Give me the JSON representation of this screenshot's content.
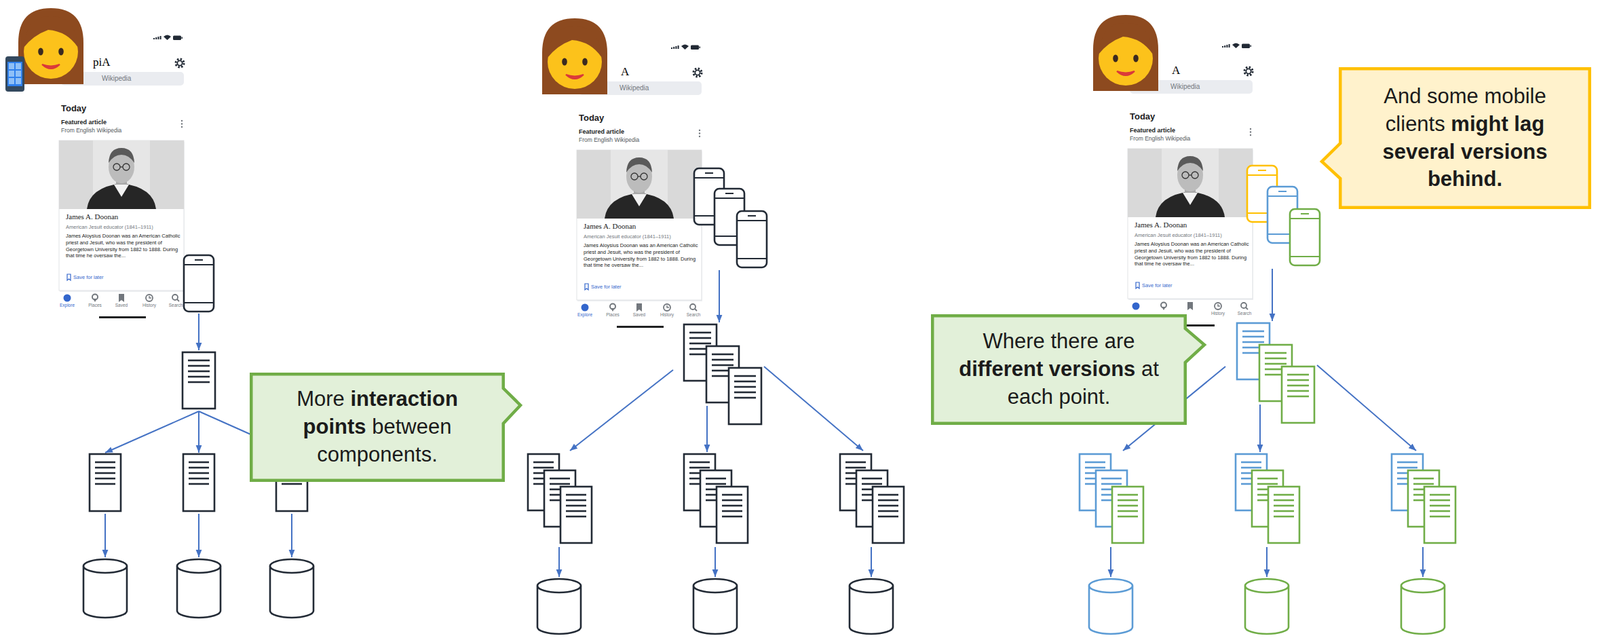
{
  "diagram": {
    "nodes": [
      {
        "text": [
          "More interaction points between components."
        ]
      },
      {
        "text": [
          "Where there are different versions at each point."
        ]
      },
      {
        "text": [
          "And some mobile clients might lag several versions behind."
        ]
      }
    ],
    "labels": [
      "piA",
      "Wikipedia",
      "Today",
      "Featured article",
      "From English Wikipedia",
      "James A. Doonan",
      "American Jesuit educator (1841–1911)",
      "James Aloysius Doonan was an American Catholic priest and Jesuit, who was the president of Georgetown University from 1882 to 1888. During that time he oversaw the...",
      "Save for later",
      "Explore",
      "Places",
      "Saved",
      "History",
      "Search",
      "A",
      "Wikipedia",
      "Today",
      "Featured article",
      "From English Wikipedia",
      "James A. Doonan",
      "American Jesuit educator (1841–1911)",
      "James Aloysius Doonan was an American Catholic priest and Jesuit, who was the president of Georgetown University from 1882 to 1888. During that time he oversaw the...",
      "Save for later",
      "Explore",
      "Places",
      "Saved",
      "History",
      "Search",
      "A",
      "Wikipedia",
      "Today",
      "Featured article",
      "From English Wikipedia",
      "James A. Doonan",
      "American Jesuit educator (1841–1911)",
      "James Aloysius Doonan was an American Catholic priest and Jesuit, who was the president of Georgetown University from 1882 to 1888. During that time he oversaw the...",
      "Save for later",
      "History",
      "Search"
    ]
  }
}
